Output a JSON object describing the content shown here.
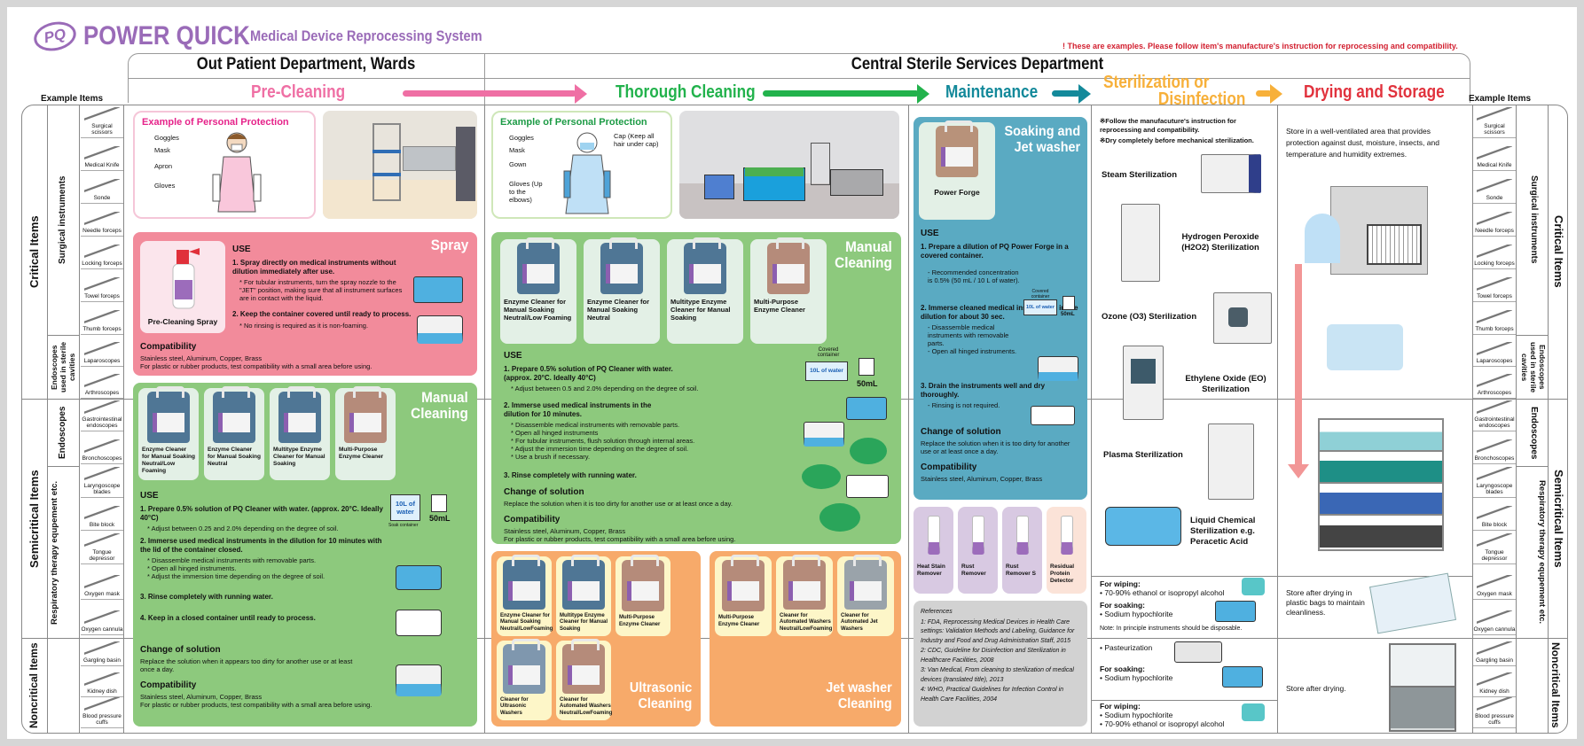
{
  "header": {
    "logo_badge": "PQ",
    "brand": "POWER QUICK",
    "subtitle": "Medical Device Reprocessing System",
    "warning": "! These are examples. Please follow item's manufacture's instruction for reprocessing and compatibility."
  },
  "departments": {
    "left": "Out Patient Department, Wards",
    "right": "Central Sterile Services Department"
  },
  "phases": [
    {
      "label": "Pre-Cleaning",
      "color": "#ef6fa4"
    },
    {
      "label": "Thorough Cleaning",
      "color": "#22b24c"
    },
    {
      "label": "Maintenance",
      "color": "#13899a"
    },
    {
      "label": "Sterilization or",
      "label2": "Disinfection",
      "color": "#f7b03a"
    },
    {
      "label": "Drying and Storage",
      "color": "#e1323d"
    }
  ],
  "example_items_label": "Example Items",
  "classes": {
    "critical": "Critical Items",
    "semicritical": "Semicritical Items",
    "noncritical": "Noncritical Items",
    "surgical": "Surgical instruments",
    "endo_sterile": "Endoscopes used in sterile cavities",
    "endoscopes": "Endoscopes",
    "resp": "Respiratory therapy equpement etc.",
    "noncrit_sub": "Noncritical Items"
  },
  "items": [
    "Surgical scissors",
    "Medical Knife",
    "Sonde",
    "Needle forceps",
    "Locking forceps",
    "Towel forceps",
    "Thumb forceps",
    "Laparoscopes",
    "Arthroscopes",
    "Gastrointestinal endoscopes",
    "Bronchoscopes",
    "Laryngoscope blades",
    "Bite block",
    "Tongue depressor",
    "Oxygen mask",
    "Oxygen cannula",
    "Gargling basin",
    "Kidney dish",
    "Blood pressure cuffs"
  ],
  "precleaning": {
    "ppe": {
      "title": "Example of Personal Protection",
      "labels": [
        "Goggles",
        "Mask",
        "Apron",
        "Gloves"
      ]
    },
    "spray": {
      "title": "Spray",
      "product": "Pre-Cleaning Spray",
      "use": "USE",
      "step1": "1. Spray directly on medical instruments without dilution immediately after use.",
      "note1": "* For tubular instruments, turn the spray nozzle to the \"JET\" position, making sure that all instrument surfaces are in contact with the liquid.",
      "step2": "2. Keep the container covered until ready to process.",
      "note2": "* No rinsing is required as it is non-foaming.",
      "compat_h": "Compatibility",
      "compat1": "Stainless steel, Aluminum, Copper, Brass",
      "compat2": "For plastic or rubber products, test compatibility with a small area before using."
    },
    "manual": {
      "title1": "Manual",
      "title2": "Cleaning",
      "products": [
        "Enzyme Cleaner for Manual Soaking Neutral/Low Foaming",
        "Enzyme Cleaner for Manual Soaking Neutral",
        "Multitype Enzyme Cleaner for Manual Soaking",
        "Multi-Purpose Enzyme Cleaner"
      ],
      "use": "USE",
      "step1": "1. Prepare 0.5% solution of PQ Cleaner with water. (approx. 20°C. Ideally 40°C)",
      "note1": "* Adjust between 0.25 and 2.0% depending on the degree of soil.",
      "step2": "2. Immerse used medical instruments in the dilution for 10 minutes with the lid of the container closed.",
      "note2a": "* Disassemble medical instruments with removable parts.",
      "note2b": "* Open all hinged instruments.",
      "note2c": "* Adjust the immersion time depending on the degree of soil.",
      "step3": "3. Rinse completely with running water.",
      "step4": "4. Keep in a closed container until ready to process.",
      "change_h": "Change of solution",
      "change": "Replace the solution when it appears too dirty for another use or at least once a day.",
      "compat_h": "Compatibility",
      "compat1": "Stainless steel, Aluminum, Copper, Brass",
      "compat2": "For plastic or rubber products, test compatibility with a small area before using.",
      "water": "10L of water",
      "soak": "Soak container",
      "dose": "50mL"
    }
  },
  "thorough": {
    "ppe": {
      "title": "Example of Personal Protection",
      "labels": [
        "Goggles",
        "Mask",
        "Gown",
        "Gloves (Up to the elbows)"
      ],
      "cap": "Cap (Keep all hair under cap)"
    },
    "manual": {
      "title1": "Manual",
      "title2": "Cleaning",
      "products": [
        "Enzyme Cleaner for Manual Soaking Neutral/Low Foaming",
        "Enzyme Cleaner for Manual Soaking Neutral",
        "Multitype Enzyme Cleaner for Manual Soaking",
        "Multi-Purpose Enzyme Cleaner"
      ],
      "use": "USE",
      "step1": "1. Prepare 0.5% solution of PQ Cleaner with water. (approx. 20°C. Ideally 40°C)",
      "note1": "* Adjust between 0.5 and 2.0% depending on the degree of soil.",
      "step2": "2. Immerse used medical instruments in the dilution for 10 minutes.",
      "notes2": [
        "* Disassemble medical instruments with removable parts.",
        "* Open all hinged instruments",
        "* For tubular instruments, flush solution through internal areas.",
        "* Adjust the immersion time depending on the degree of soil.",
        "* Use a brush if necessary."
      ],
      "step3": "3. Rinse completely with running water.",
      "change_h": "Change of solution",
      "change": "Replace the solution when it is too dirty for another use or at least once a day.",
      "compat_h": "Compatibility",
      "compat1": "Stainless steel, Aluminum, Copper, Brass",
      "compat2": "For plastic or rubber products, test compatibility with a small area before using.",
      "covered": "Covered container",
      "water": "10L of water",
      "dose": "50mL"
    },
    "ultrasonic": {
      "title1": "Ultrasonic",
      "title2": "Cleaning",
      "products": [
        "Enzyme Cleaner for Manual Soaking Neutral/LowFoaming",
        "Multitype Enzyme Cleaner for Manual Soaking",
        "Multi-Purpose Enzyme Cleaner",
        "Cleaner for Ultrasonic Washers",
        "Cleaner for Automated Washers Neutral/LowFoaming"
      ]
    },
    "jet": {
      "title1": "Jet washer",
      "title2": "Cleaning",
      "products": [
        "Multi-Purpose Enzyme Cleaner",
        "Cleaner for Automated Washers Neutral/LowFoaming",
        "Cleaner for Automated Jet Washers"
      ]
    }
  },
  "maintenance": {
    "title1": "Soaking and",
    "title2": "Jet washer",
    "product": "Power Forge",
    "use": "USE",
    "step1": "1. Prepare a dilution of PQ Power Forge in a covered container.",
    "note1": "- Recommended concentration is 0.5% (50 mL / 10 L of water).",
    "step2": "2. Immerse cleaned medical instruments in the dilution for about 30 sec.",
    "note2a": "- Disassemble medical instruments with removable parts.",
    "note2b": "- Open all hinged instruments.",
    "step3": "3. Drain the instruments well and dry thoroughly.",
    "note3": "- Rinsing is not required.",
    "change_h": "Change of solution",
    "change": "Replace the solution when it is too dirty for another use or at least once a day.",
    "compat_h": "Compatibility",
    "compat": "Stainless steel, Aluminum, Copper, Brass",
    "water": "10L of water",
    "covered": "Covered container",
    "dose": "50mL",
    "extras": [
      "Heat Stain Remover",
      "Rust Remover",
      "Rust Remover S",
      "Residual Protein Detector"
    ],
    "refs_title": "References",
    "refs": [
      "1: FDA, Reprocessing Medical Devices in Health Care settings: Validation Methods and Labeling, Guidance for Industry and Food and Drug Administration Staff, 2015",
      "2: CDC, Guideline for Disinfection and Sterilization in Healthcare Facilities, 2008",
      "3: Van Medical, From cleaning to sterilization of medical devices (translated title), 2013",
      "4: WHO, Practical Guidelines for Infection Control in Health Care Facilities, 2004"
    ]
  },
  "sterilization": {
    "note1": "※Follow the manufacuture's instruction for reprocessing and compatibility.",
    "note2": "※Dry completely before mechanical sterilization.",
    "methods": [
      "Steam Sterilization",
      "Hydrogen Peroxide (H2O2) Sterilization",
      "Ozone (O3) Sterilization",
      "Ethylene Oxide (EO) Sterilization",
      "Plasma Sterilization",
      "Liquid Chemical Sterilization e.g. Peracetic Acid"
    ],
    "semi1_wipe_h": "For wiping:",
    "semi1_wipe": "• 70-90% ethanol or isopropyl alcohol",
    "semi1_soak_h": "For soaking:",
    "semi1_soak": "• Sodium hypochlorite",
    "semi1_note": "Note: In principle instruments should be disposable.",
    "non_past": "• Pasteurization",
    "non_soak_h": "For soaking:",
    "non_soak": "• Sodium hypochlorite",
    "non_wipe_h": "For wiping:",
    "non_wipe1": "• Sodium hypochlorite",
    "non_wipe2": "• 70-90% ethanol or isopropyl alcohol"
  },
  "storage": {
    "critical": "Store in a well-ventilated area that provides protection against dust, moisture, insects, and temperature and humidity extremes.",
    "semi": "Store after drying in plastic bags to maintain cleanliness.",
    "non": "Store after drying."
  }
}
